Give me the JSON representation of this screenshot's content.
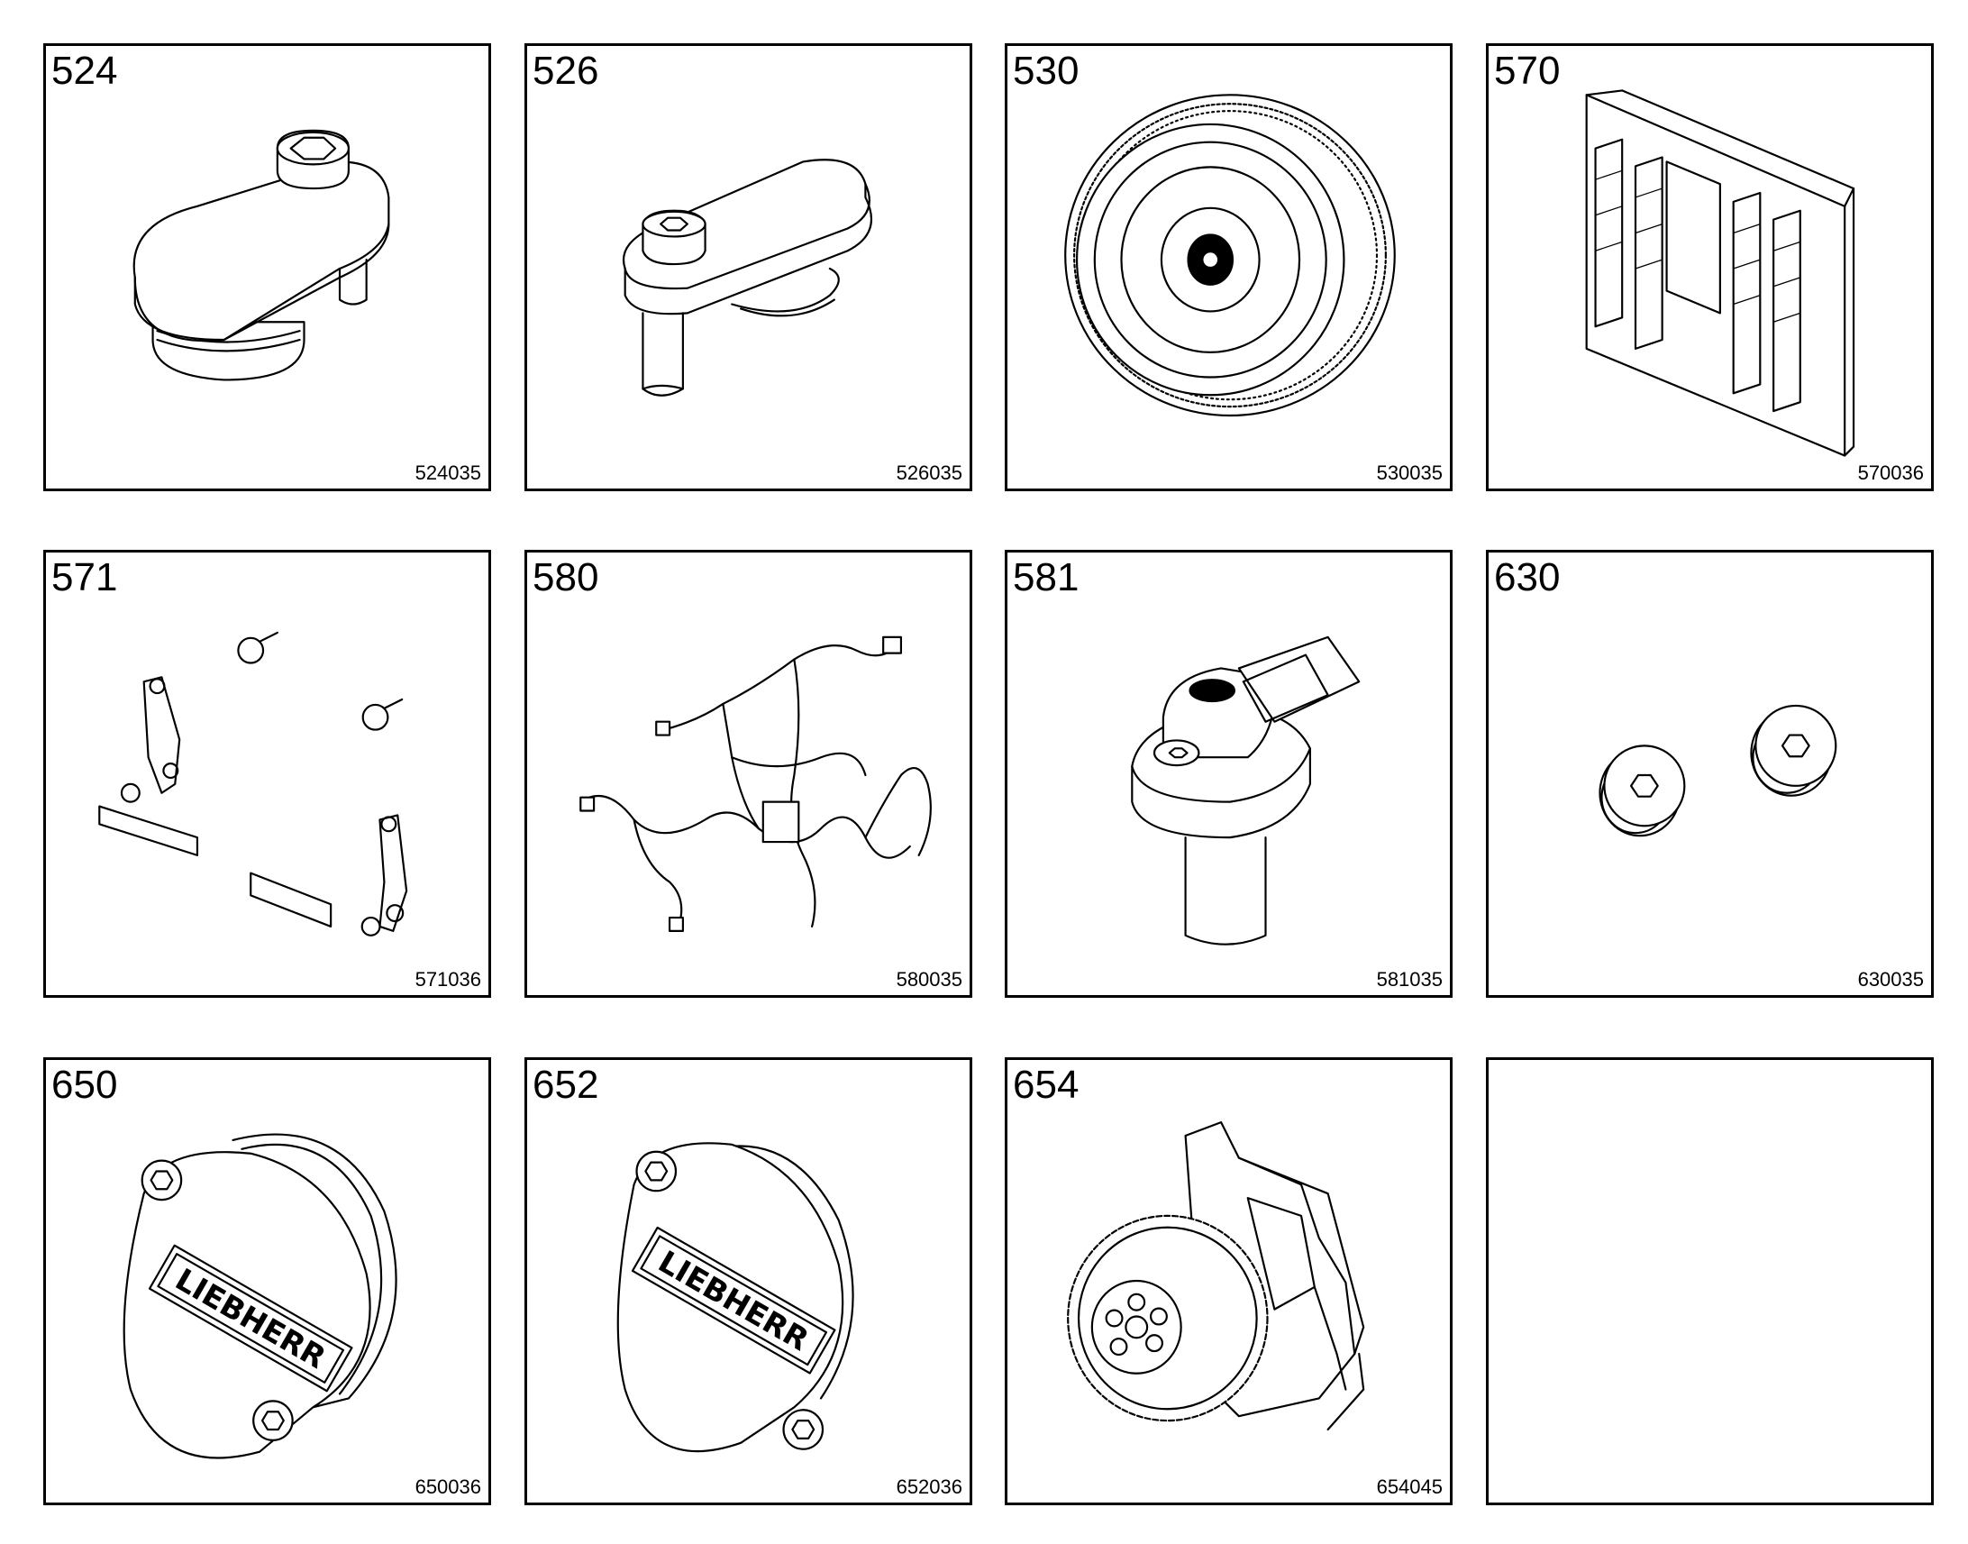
{
  "panels": [
    {
      "number": "524",
      "code": "524035",
      "part": "plate-with-bolt"
    },
    {
      "number": "526",
      "code": "526035",
      "part": "socket-screw-plate"
    },
    {
      "number": "530",
      "code": "530035",
      "part": "flywheel"
    },
    {
      "number": "570",
      "code": "570036",
      "part": "control-unit"
    },
    {
      "number": "571",
      "code": "571036",
      "part": "mounting-brackets"
    },
    {
      "number": "580",
      "code": "580035",
      "part": "wiring-harness"
    },
    {
      "number": "581",
      "code": "581035",
      "part": "speed-sensor"
    },
    {
      "number": "630",
      "code": "630035",
      "part": "screw-plugs"
    },
    {
      "number": "650",
      "code": "650036",
      "part": "cover-with-logo",
      "logo": "LIEBHERR"
    },
    {
      "number": "652",
      "code": "652036",
      "part": "cover-with-logo",
      "logo": "LIEBHERR"
    },
    {
      "number": "654",
      "code": "654045",
      "part": "gear-pump"
    },
    {
      "number": "",
      "code": "",
      "part": "empty"
    }
  ]
}
